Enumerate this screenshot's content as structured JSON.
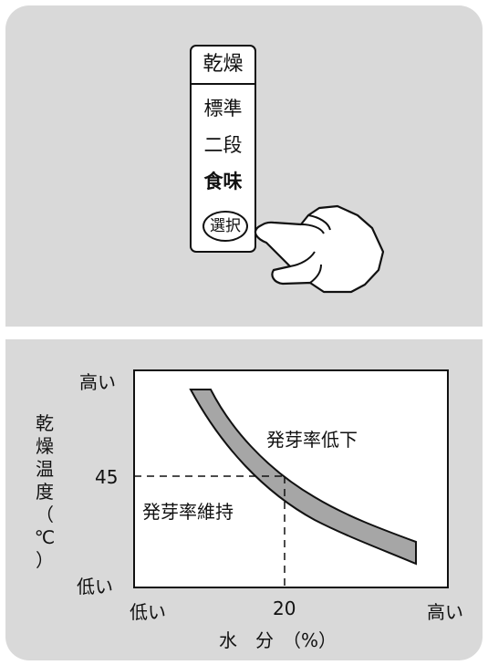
{
  "dry_menu": {
    "title": "乾燥",
    "items": [
      "標準",
      "二段",
      "食味"
    ],
    "selected_item": "食味",
    "select_button": "選択"
  },
  "graph": {
    "y_axis_label_chars": [
      "乾",
      "燥",
      "温",
      "度",
      "（",
      "℃",
      "）"
    ],
    "y_high": "高い",
    "y_low": "低い",
    "y_tick": "45",
    "x_low": "低い",
    "x_high": "高い",
    "x_tick": "20",
    "x_axis_label": "水　分　（%）",
    "region_upper": "発芽率低下",
    "region_lower": "発芽率維持"
  },
  "colors": {
    "panel": "#d9d9d9",
    "band": "#a6a6a6"
  }
}
